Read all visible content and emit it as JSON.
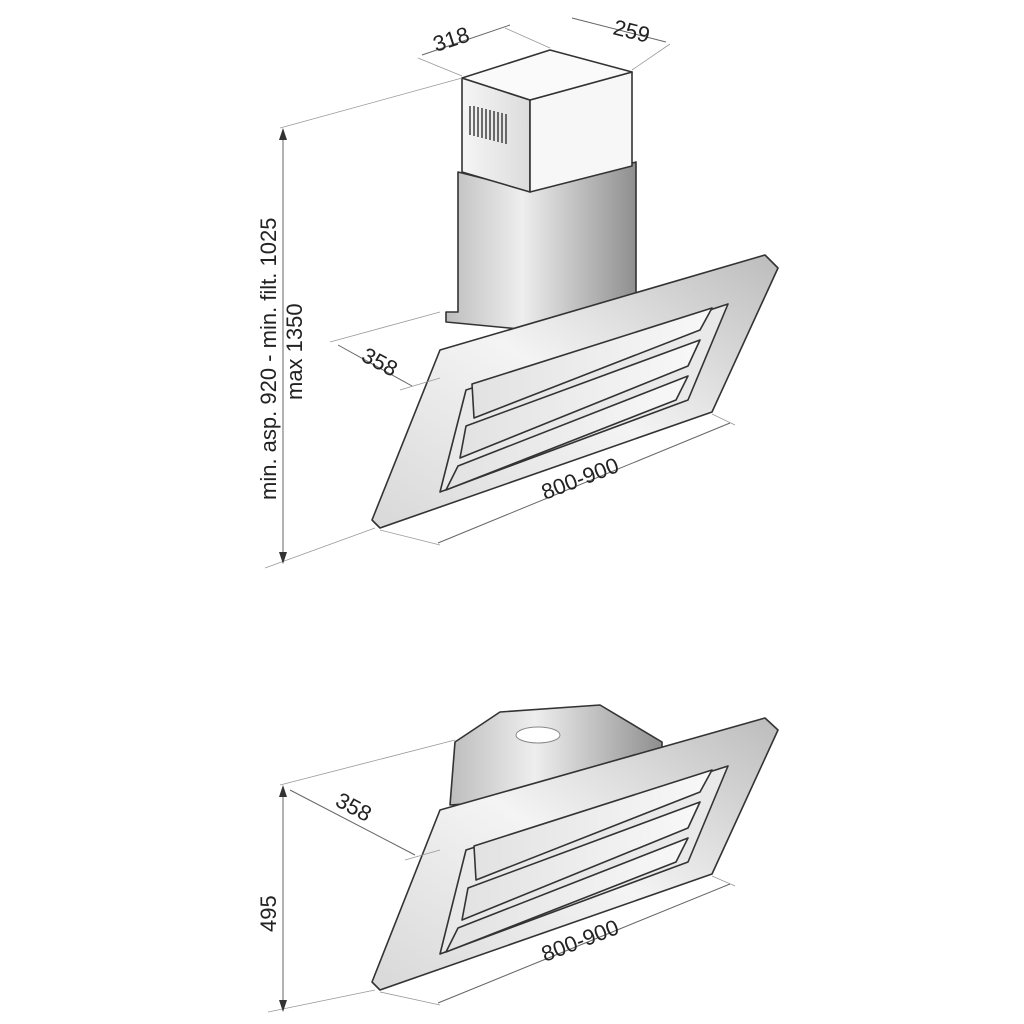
{
  "top_view": {
    "chimney_width": "318",
    "chimney_depth": "259",
    "height_line1": "min. asp. 920 - min. filt. 1025",
    "height_line2": "max 1350",
    "canopy_depth": "358",
    "canopy_width": "800-900"
  },
  "bottom_view": {
    "canopy_depth": "358",
    "height": "495",
    "canopy_width": "800-900"
  },
  "colors": {
    "steel_light": "#f2f2f2",
    "steel_mid": "#c8c8c8",
    "steel_dark": "#8a8a8a",
    "outline": "#333333"
  }
}
